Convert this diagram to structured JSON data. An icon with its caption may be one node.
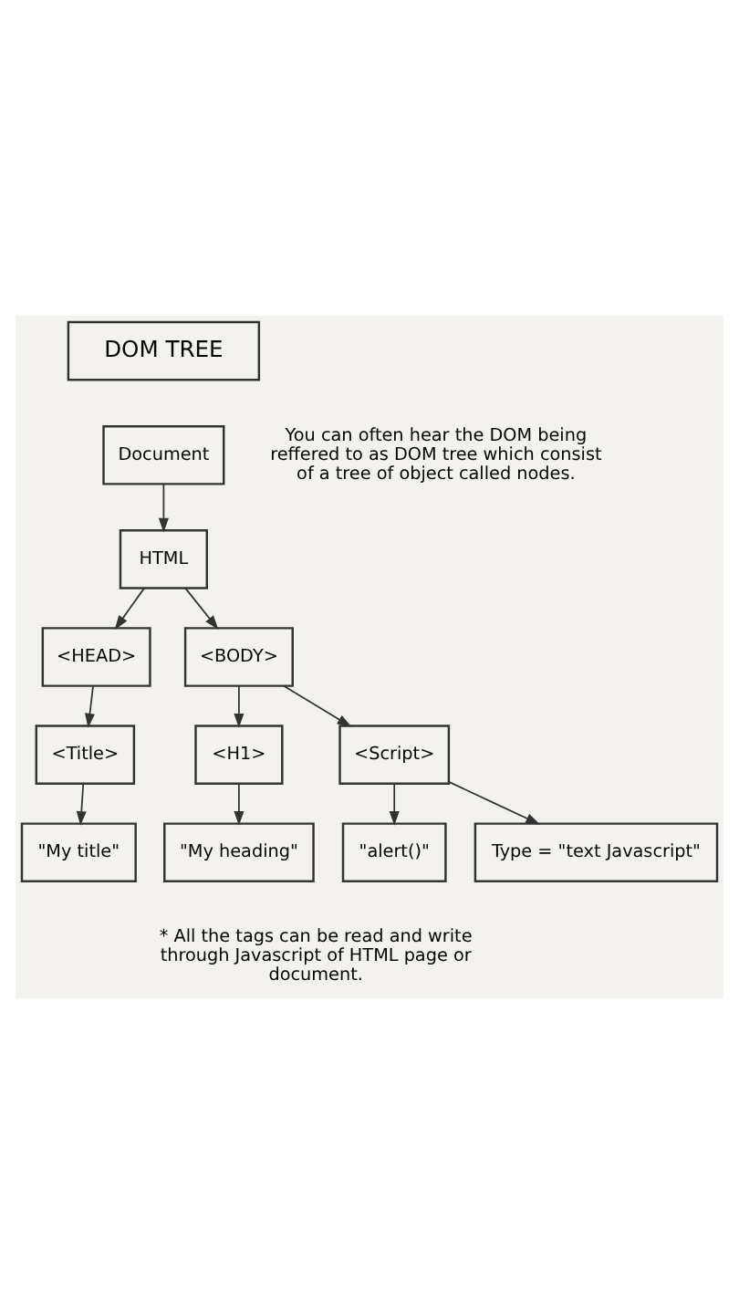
{
  "diagram": {
    "nodes": [
      {
        "text": [
          "DOM TREE"
        ]
      },
      {
        "text": [
          "Document"
        ]
      },
      {
        "text": [
          "HTML"
        ]
      },
      {
        "text": [
          "<HEAD>"
        ]
      },
      {
        "text": [
          "<BODY>"
        ]
      },
      {
        "text": [
          "<Title>"
        ]
      },
      {
        "text": [
          "\"My title\""
        ]
      },
      {
        "text": [
          "<H1>"
        ]
      },
      {
        "text": [
          "<Script>"
        ]
      },
      {
        "text": [
          "\"My heading\""
        ]
      },
      {
        "text": [
          "\"alert()\""
        ]
      },
      {
        "text": [
          "Type = \"text Javascript\""
        ]
      }
    ],
    "edges": [
      {
        "from": 1,
        "to": 2,
        "arrow": "to"
      },
      {
        "from": 2,
        "to": 3,
        "arrow": "to"
      },
      {
        "from": 2,
        "to": 4,
        "arrow": "to"
      },
      {
        "from": 3,
        "to": 5,
        "arrow": "to"
      },
      {
        "from": 5,
        "to": 6,
        "arrow": "to"
      },
      {
        "from": 4,
        "to": 7,
        "arrow": "to"
      },
      {
        "from": 4,
        "to": 8,
        "arrow": "to"
      },
      {
        "from": 7,
        "to": 9,
        "arrow": "to"
      },
      {
        "from": 8,
        "to": 10,
        "arrow": "to"
      },
      {
        "from": 8,
        "to": 11,
        "arrow": "to"
      }
    ],
    "labels": [
      "You can often hear the DOM being reffered to as DOM tree which consist of a tree of object called nodes.",
      "* All the tags can be read and write through Javascript of HTML page or document."
    ]
  }
}
